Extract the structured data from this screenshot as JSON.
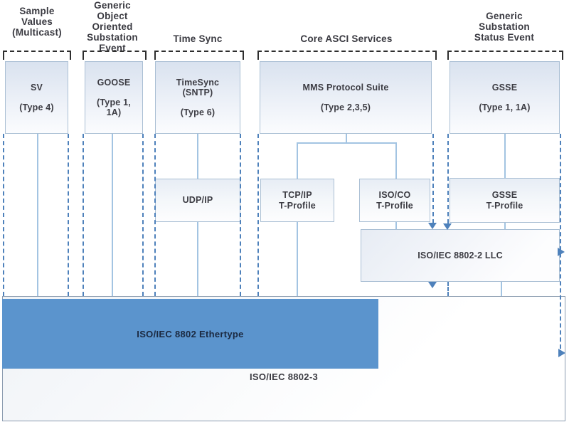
{
  "diagram": {
    "headers": {
      "sv": "Sample\nValues\n(Multicast)",
      "goose": "Generic\nObject\nOriented\nSubstation\nEvent",
      "timesync": "Time Sync",
      "asci": "Core ASCI Services",
      "gsse": "Generic\nSubstation\nStatus Event"
    },
    "top_boxes": {
      "sv": {
        "name": "SV",
        "type": "(Type 4)"
      },
      "goose": {
        "name": "GOOSE",
        "type": "(Type 1,\n1A)"
      },
      "timesync": {
        "name": "TimeSync\n(SNTP)",
        "type": "(Type 6)"
      },
      "mms": {
        "name": "MMS Protocol Suite",
        "type": "(Type 2,3,5)"
      },
      "gsse": {
        "name": "GSSE",
        "type": "(Type 1, 1A)"
      }
    },
    "mid_boxes": {
      "udp": "UDP/IP",
      "tcp": "TCP/IP\nT-Profile",
      "isoco": "ISO/CO\nT-Profile",
      "gsse_tp": "GSSE\nT-Profile"
    },
    "llc": "ISO/IEC 8802-2 LLC",
    "ethertype": "ISO/IEC 8802 Ethertype",
    "mac": "ISO/IEC 8802-3",
    "colors": {
      "accent_blue": "#5b94cd",
      "dashed_line_blue": "#4e81bb",
      "connector_blue": "#a3c4e2",
      "cap_dashed_dark": "#2e2e2e",
      "box_fill_top": "#d9e2ef",
      "text": "#3c3c43"
    }
  }
}
